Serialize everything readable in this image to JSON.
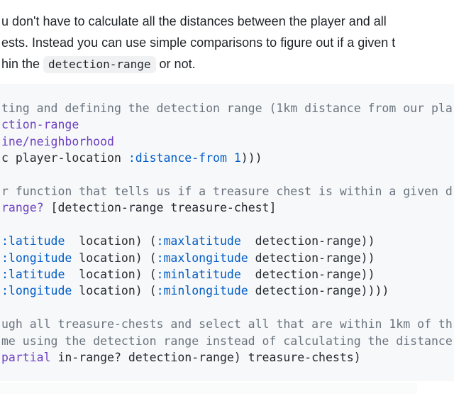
{
  "colors": {
    "prose_text": "#1f2328",
    "code_text": "#24292e",
    "comment": "#6a737d",
    "purple": "#6f42c1",
    "blue": "#005cc5",
    "code_bg": "#f6f8fa",
    "inline_code_bg": "#eff1f3"
  },
  "prose": {
    "line1": "u don't have to calculate all the distances between the player and all",
    "line2": "ests. Instead you can use simple comparisons to figure out if a given t",
    "line3_before": "hin the",
    "line3_inline_code": "detection-range",
    "line3_after": "or not."
  },
  "code_block": {
    "language": "clojure",
    "lines": [
      [
        [
          "c",
          "ting and defining the detection range (1km distance from our pla"
        ]
      ],
      [
        [
          "p",
          "ction-range"
        ]
      ],
      [
        [
          "p",
          "ine/neighborhood"
        ]
      ],
      [
        [
          "k",
          "c player-location "
        ],
        [
          "b",
          ":distance-from"
        ],
        [
          "k",
          " "
        ],
        [
          "b",
          "1"
        ],
        [
          "k",
          ")))"
        ]
      ],
      [],
      [
        [
          "c",
          "r function that tells us if a treasure chest is within a given d"
        ]
      ],
      [
        [
          "p",
          "range?"
        ],
        [
          "k",
          " [detection-range treasure-chest]"
        ]
      ],
      [],
      [
        [
          "b",
          ":latitude"
        ],
        [
          "k",
          "  location) ("
        ],
        [
          "b",
          ":maxlatitude"
        ],
        [
          "k",
          "  detection-range))"
        ]
      ],
      [
        [
          "b",
          ":longitude"
        ],
        [
          "k",
          " location) ("
        ],
        [
          "b",
          ":maxlongitude"
        ],
        [
          "k",
          " detection-range))"
        ]
      ],
      [
        [
          "b",
          ":latitude"
        ],
        [
          "k",
          "  location) ("
        ],
        [
          "b",
          ":minlatitude"
        ],
        [
          "k",
          "  detection-range))"
        ]
      ],
      [
        [
          "b",
          ":longitude"
        ],
        [
          "k",
          " location) ("
        ],
        [
          "b",
          ":minlongitude"
        ],
        [
          "k",
          " detection-range))))"
        ]
      ],
      [],
      [
        [
          "c",
          "ugh all treasure-chests and select all that are within 1km of th"
        ]
      ],
      [
        [
          "c",
          "me using the detection range instead of calculating the distance"
        ]
      ],
      [
        [
          "p",
          "partial"
        ],
        [
          "k",
          " in-range? detection-range) treasure-chests)"
        ]
      ]
    ]
  }
}
